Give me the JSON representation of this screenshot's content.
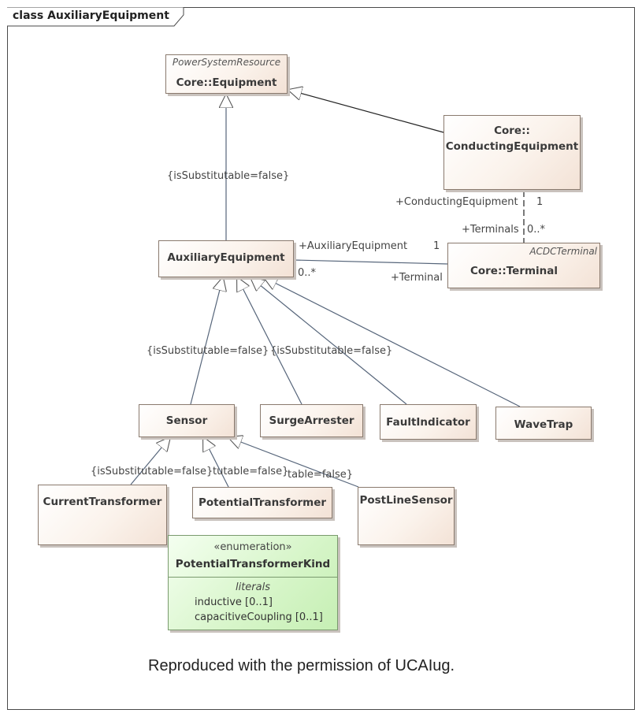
{
  "frame_title": "class AuxiliaryEquipment",
  "classes": {
    "equipment": {
      "stereotype": "PowerSystemResource",
      "name": "Core::Equipment"
    },
    "conducting_equipment": {
      "name_line1": "Core::",
      "name_line2": "ConductingEquipment"
    },
    "auxiliary_equipment": {
      "name": "AuxiliaryEquipment"
    },
    "terminal": {
      "stereotype": "ACDCTerminal",
      "name": "Core::Terminal"
    },
    "sensor": {
      "name": "Sensor"
    },
    "surge_arrester": {
      "name": "SurgeArrester"
    },
    "fault_indicator": {
      "name": "FaultIndicator"
    },
    "wave_trap": {
      "name": "WaveTrap"
    },
    "current_transformer": {
      "name": "CurrentTransformer"
    },
    "potential_transformer": {
      "name": "PotentialTransformer"
    },
    "post_line_sensor": {
      "name": "PostLineSensor"
    }
  },
  "enumeration": {
    "stereotype": "«enumeration»",
    "name": "PotentialTransformerKind",
    "section": "literals",
    "literals": [
      "inductive [0..1]",
      "capacitiveCoupling [0..1]"
    ]
  },
  "labels": {
    "equip_constraint": "{isSubstitutable=false}",
    "conducting_role": "+ConductingEquipment",
    "conducting_mult": "1",
    "terminals_role": "+Terminals",
    "terminals_mult": "0..*",
    "aux_role": "+AuxiliaryEquipment",
    "aux_mult_1": "1",
    "aux_mult_many": "0..*",
    "terminal_role": "+Terminal",
    "sensor_constraint": "{isSubstitutable=false}",
    "surge_constraint": "{isSubstitutable=false}",
    "ct_constraint": "{isSubstitutable=false}",
    "pt_constraint": "tutable=false}",
    "pls_constraint": "table=false}"
  },
  "caption": "Reproduced with the permission of UCAIug."
}
